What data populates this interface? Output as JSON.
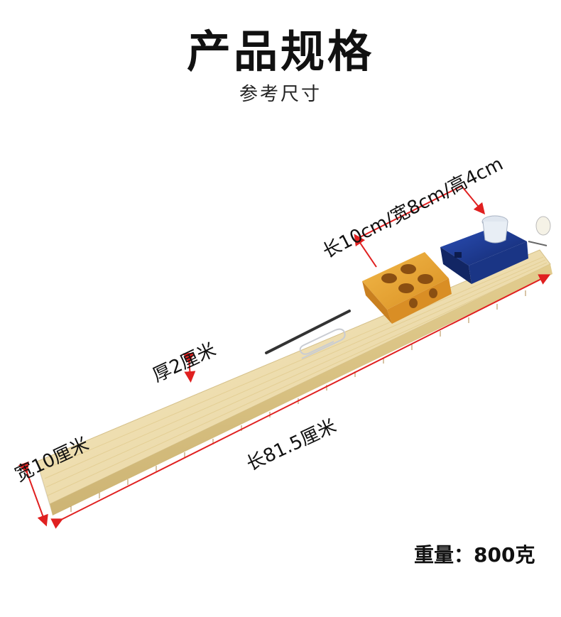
{
  "header": {
    "title": "产品规格",
    "subtitle": "参考尺寸"
  },
  "dimensions": {
    "car_size": "长10cm/宽8cm/高4cm",
    "thickness": "厚2厘米",
    "width": "宽10厘米",
    "length": "长81.5厘米"
  },
  "weight": {
    "label": "重量：",
    "value": "800克"
  },
  "colors": {
    "board": "#eedcaa",
    "board_edge": "#d8c48c",
    "block": "#e9a93a",
    "car": "#1b3a9a",
    "arrow": "#e02020"
  }
}
